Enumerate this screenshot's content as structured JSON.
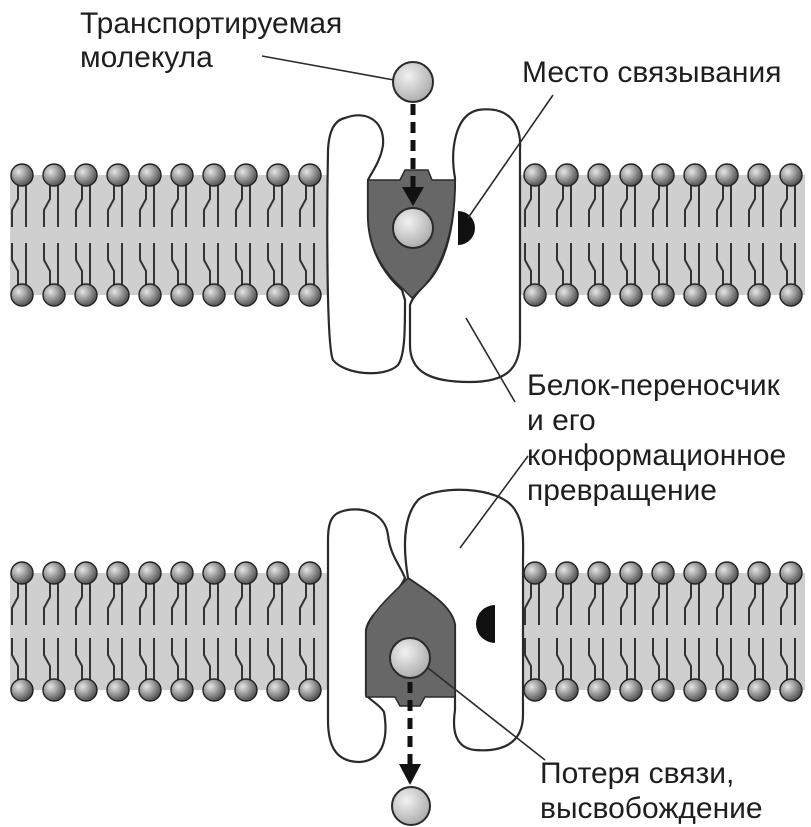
{
  "labels": {
    "transported_molecule": [
      "Транспортируемая",
      "молекула"
    ],
    "binding_site": "Место связывания",
    "carrier_protein": [
      "Белок-переносчик",
      "и его",
      "конформационное",
      "превращение"
    ],
    "release": [
      "Потеря связи,",
      "высвобождение"
    ]
  },
  "colors": {
    "channel": "#676767",
    "binding_site": "#111111",
    "membrane_core": "#cfcfcf"
  }
}
